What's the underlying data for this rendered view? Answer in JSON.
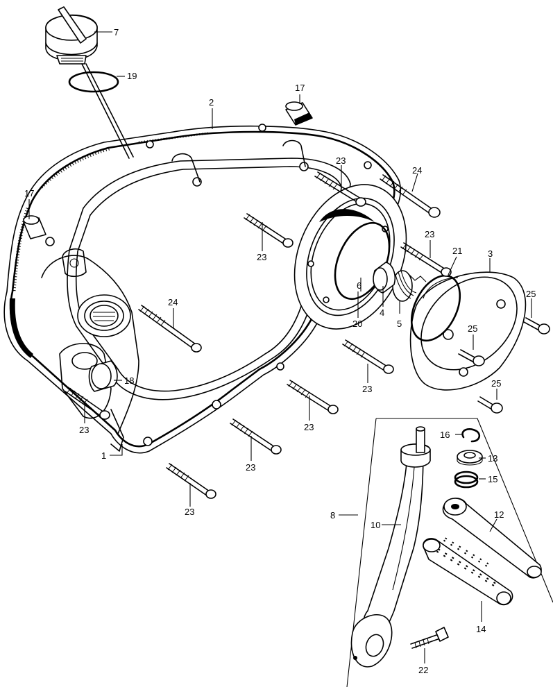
{
  "diagram": {
    "callouts": [
      {
        "id": "c7",
        "text": "7"
      },
      {
        "id": "c19",
        "text": "19"
      },
      {
        "id": "c17a",
        "text": "17"
      },
      {
        "id": "c2",
        "text": "2"
      },
      {
        "id": "c17b",
        "text": "17"
      },
      {
        "id": "c23a",
        "text": "23"
      },
      {
        "id": "c24a",
        "text": "24"
      },
      {
        "id": "c23b",
        "text": "23"
      },
      {
        "id": "c23c",
        "text": "23"
      },
      {
        "id": "c21",
        "text": "21"
      },
      {
        "id": "c3",
        "text": "3"
      },
      {
        "id": "c6",
        "text": "6"
      },
      {
        "id": "c4",
        "text": "4"
      },
      {
        "id": "c5",
        "text": "5"
      },
      {
        "id": "c20",
        "text": "20"
      },
      {
        "id": "c25a",
        "text": "25"
      },
      {
        "id": "c25b",
        "text": "25"
      },
      {
        "id": "c25c",
        "text": "25"
      },
      {
        "id": "c24b",
        "text": "24"
      },
      {
        "id": "c18",
        "text": "18"
      },
      {
        "id": "c23d",
        "text": "23"
      },
      {
        "id": "c23e",
        "text": "23"
      },
      {
        "id": "c23f",
        "text": "23"
      },
      {
        "id": "c1",
        "text": "1"
      },
      {
        "id": "c23g",
        "text": "23"
      },
      {
        "id": "c23h",
        "text": "23"
      },
      {
        "id": "c16",
        "text": "16"
      },
      {
        "id": "c13",
        "text": "13"
      },
      {
        "id": "c15",
        "text": "15"
      },
      {
        "id": "c8",
        "text": "8"
      },
      {
        "id": "c10",
        "text": "10"
      },
      {
        "id": "c12",
        "text": "12"
      },
      {
        "id": "c14",
        "text": "14"
      },
      {
        "id": "c22",
        "text": "22"
      }
    ]
  }
}
